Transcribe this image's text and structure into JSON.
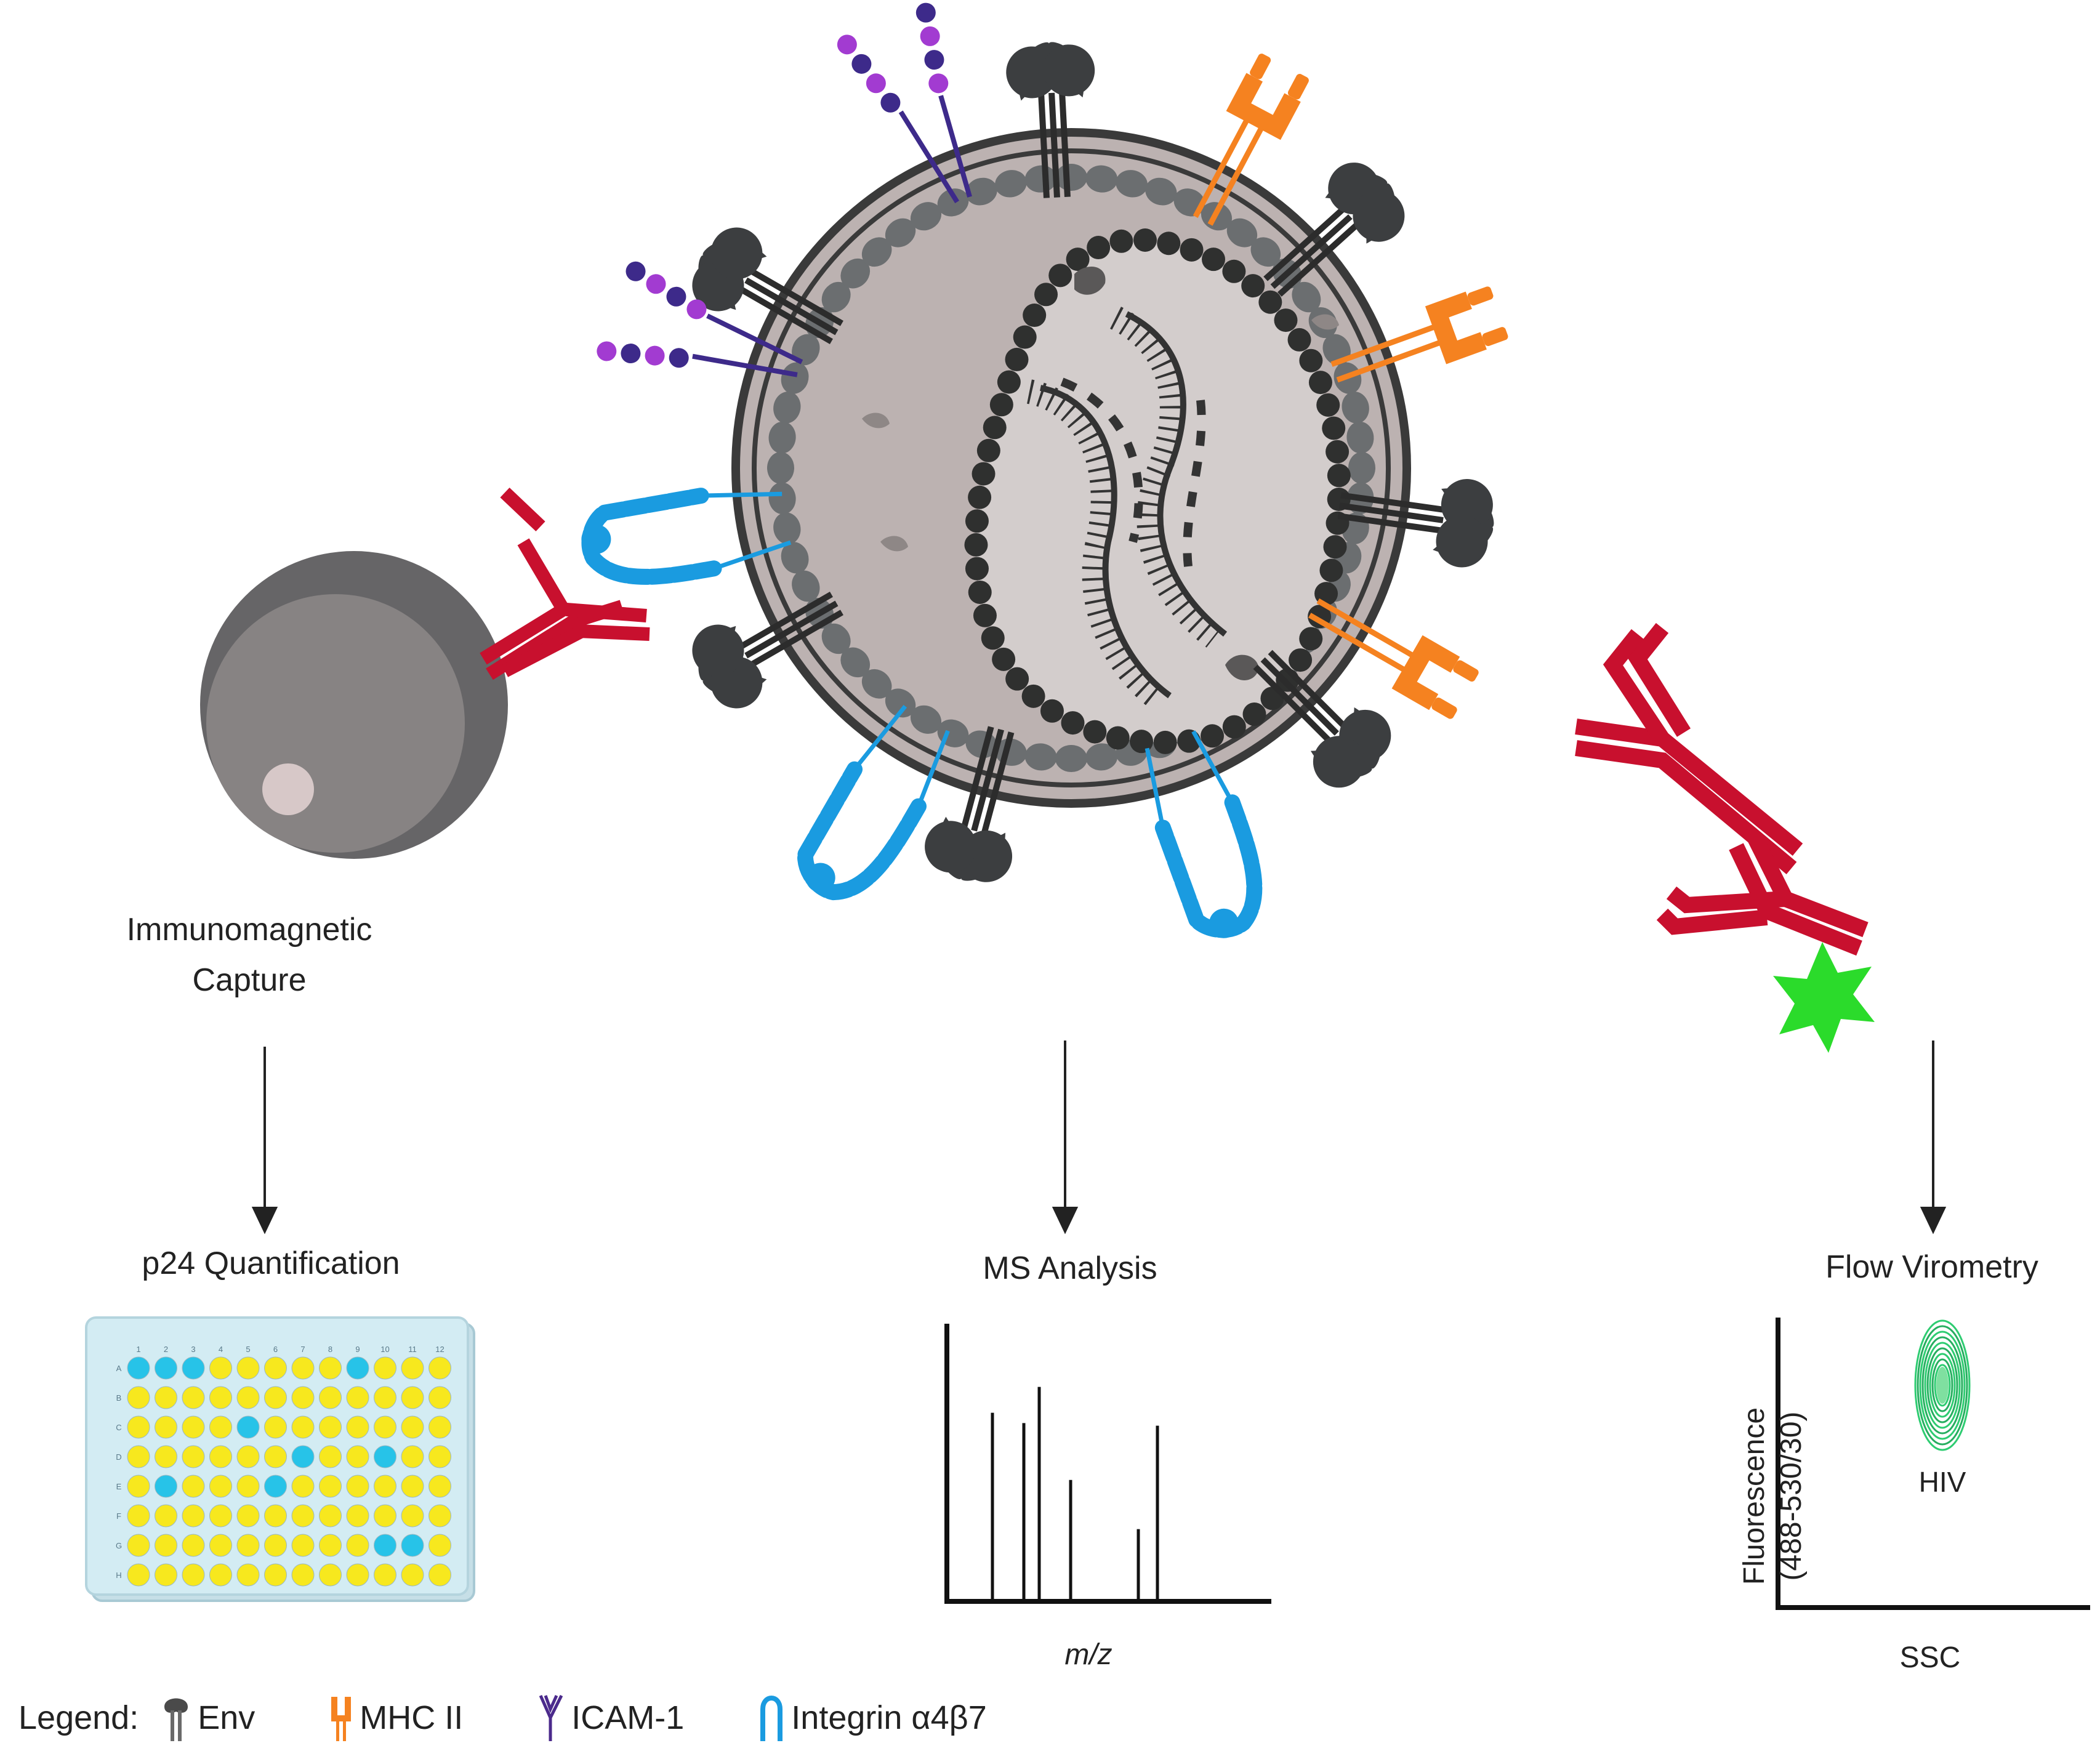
{
  "labels": {
    "capture_line1": "Immunomagnetic",
    "capture_line2": "Capture",
    "p24": "p24 Quantification",
    "ms": "MS Analysis",
    "flow": "Flow Virometry",
    "ms_xaxis": "m/z",
    "flow_yaxis_line1": "Fluorescence",
    "flow_yaxis_line2": "(488-530/30)",
    "flow_xaxis": "SSC",
    "flow_population": "HIV"
  },
  "plate": {
    "rows": [
      "A",
      "B",
      "C",
      "D",
      "E",
      "F",
      "G",
      "H"
    ],
    "columns": [
      "1",
      "2",
      "3",
      "4",
      "5",
      "6",
      "7",
      "8",
      "9",
      "10",
      "11",
      "12"
    ],
    "positive_wells": [
      "A1",
      "A2",
      "A3",
      "A9",
      "C5",
      "D7",
      "D10",
      "E2",
      "E6",
      "G10",
      "G11"
    ],
    "colors": {
      "negative": "#f7e81e",
      "positive": "#27c3e8",
      "plate": "#d3ecf3"
    }
  },
  "ms_peaks": [
    0.72,
    0.68,
    0.82,
    0.46,
    0.27,
    0.67
  ],
  "legend": {
    "title": "Legend:",
    "items": [
      {
        "label": "Env",
        "icon": "env-icon",
        "color": "#4a4a4a"
      },
      {
        "label": "MHC II",
        "icon": "mhc-ii-icon",
        "color": "#f58220"
      },
      {
        "label": "ICAM-1",
        "icon": "icam-1-icon",
        "color": "#4b2a8c"
      },
      {
        "label": "Integrin α4β7",
        "icon": "integrin-icon",
        "color": "#1a9be0"
      }
    ]
  },
  "colors": {
    "virion_fill": "#bcb2b1",
    "virion_outline": "#3a3a3a",
    "membrane_bead": "#6b6e70",
    "env": "#3c3e40",
    "mhc": "#f58220",
    "icam_dark": "#3d2a8a",
    "icam_light": "#a23bd1",
    "integrin": "#1a9be0",
    "antibody": "#c8102e",
    "fluorophore": "#2bdb2b",
    "contour": "#2ecc71"
  }
}
